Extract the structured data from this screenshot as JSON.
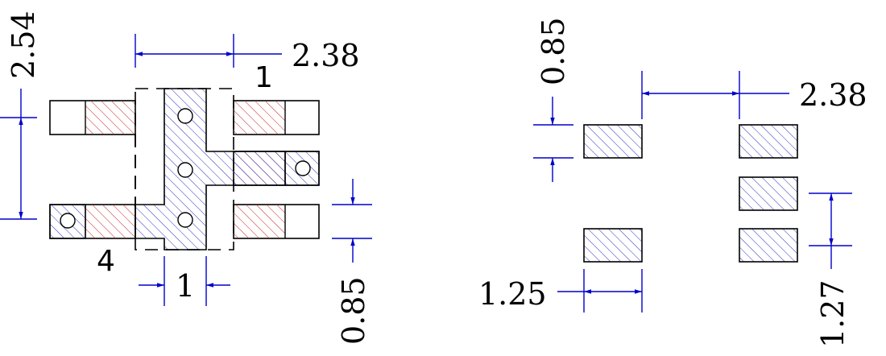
{
  "package_view": {
    "pin1_label": "1",
    "pin4_label": "4",
    "dim_width": "2.38",
    "dim_height": "2.54",
    "dim_lead_width": "1",
    "dim_lead_thickness": "0.85"
  },
  "land_pattern": {
    "dim_pad_height": "0.85",
    "dim_pad_spacing": "2.38",
    "dim_pad_length": "1.25",
    "dim_pitch": "1.27"
  },
  "colors": {
    "dimension": "#0000cc",
    "hatch_blue": "#3030c0",
    "hatch_red": "#cc2222",
    "outline": "#000000"
  }
}
